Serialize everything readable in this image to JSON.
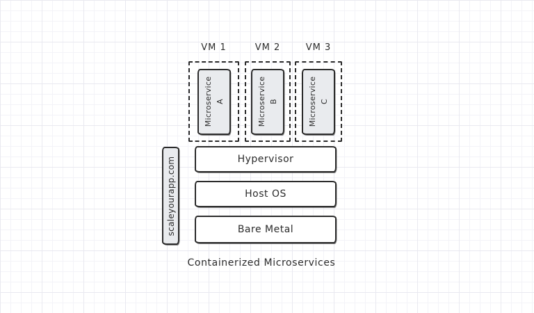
{
  "diagram": {
    "caption": "Containerized Microservices",
    "watermark": "scaleyourapp.com",
    "vms": [
      {
        "label": "VM 1",
        "service_line1": "Microservice",
        "service_line2": "A"
      },
      {
        "label": "VM 2",
        "service_line1": "Microservice",
        "service_line2": "B"
      },
      {
        "label": "VM 3",
        "service_line1": "Microservice",
        "service_line2": "C"
      }
    ],
    "layers": [
      {
        "label": "Hypervisor"
      },
      {
        "label": "Host OS"
      },
      {
        "label": "Bare Metal"
      }
    ],
    "colors": {
      "stroke": "#2b2b2b",
      "box_fill": "#e9ebee",
      "layer_fill": "#ffffff",
      "grid_minor": "#f3f3f8",
      "grid_major": "#e9e9f0"
    }
  }
}
